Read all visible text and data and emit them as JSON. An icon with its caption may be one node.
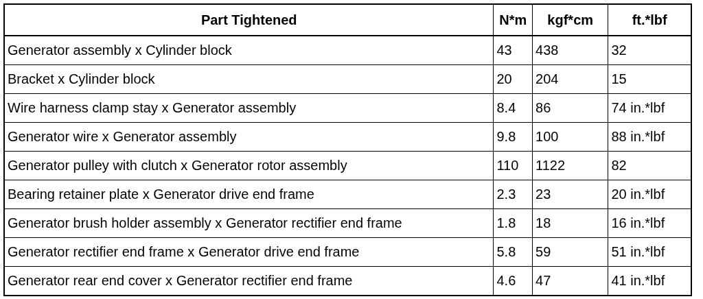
{
  "diagram": {
    "labels": [
      "Part Tightened",
      "N*m",
      "kgf*cm",
      "ft.*lbf",
      "Generator assembly x Cylinder block",
      "43",
      "438",
      "32",
      "Bracket x Cylinder block",
      "20",
      "204",
      "15",
      "Wire harness clamp stay x Generator assembly",
      "8.4",
      "86",
      "74 in.*lbf",
      "Generator wire x Generator assembly",
      "9.8",
      "100",
      "88 in.*lbf",
      "Generator pulley with clutch x Generator rotor assembly",
      "110",
      "1122",
      "82",
      "Bearing retainer plate x Generator drive end frame",
      "2.3",
      "23",
      "20 in.*lbf",
      "Generator brush holder assembly x Generator rectifier end frame",
      "1.8",
      "18",
      "16 in.*lbf",
      "Generator rectifier end frame x Generator drive end frame",
      "5.8",
      "59",
      "51 in.*lbf",
      "Generator rear end cover x Generator rectifier end frame",
      "4.6",
      "47",
      "41 in.*lbf"
    ]
  }
}
